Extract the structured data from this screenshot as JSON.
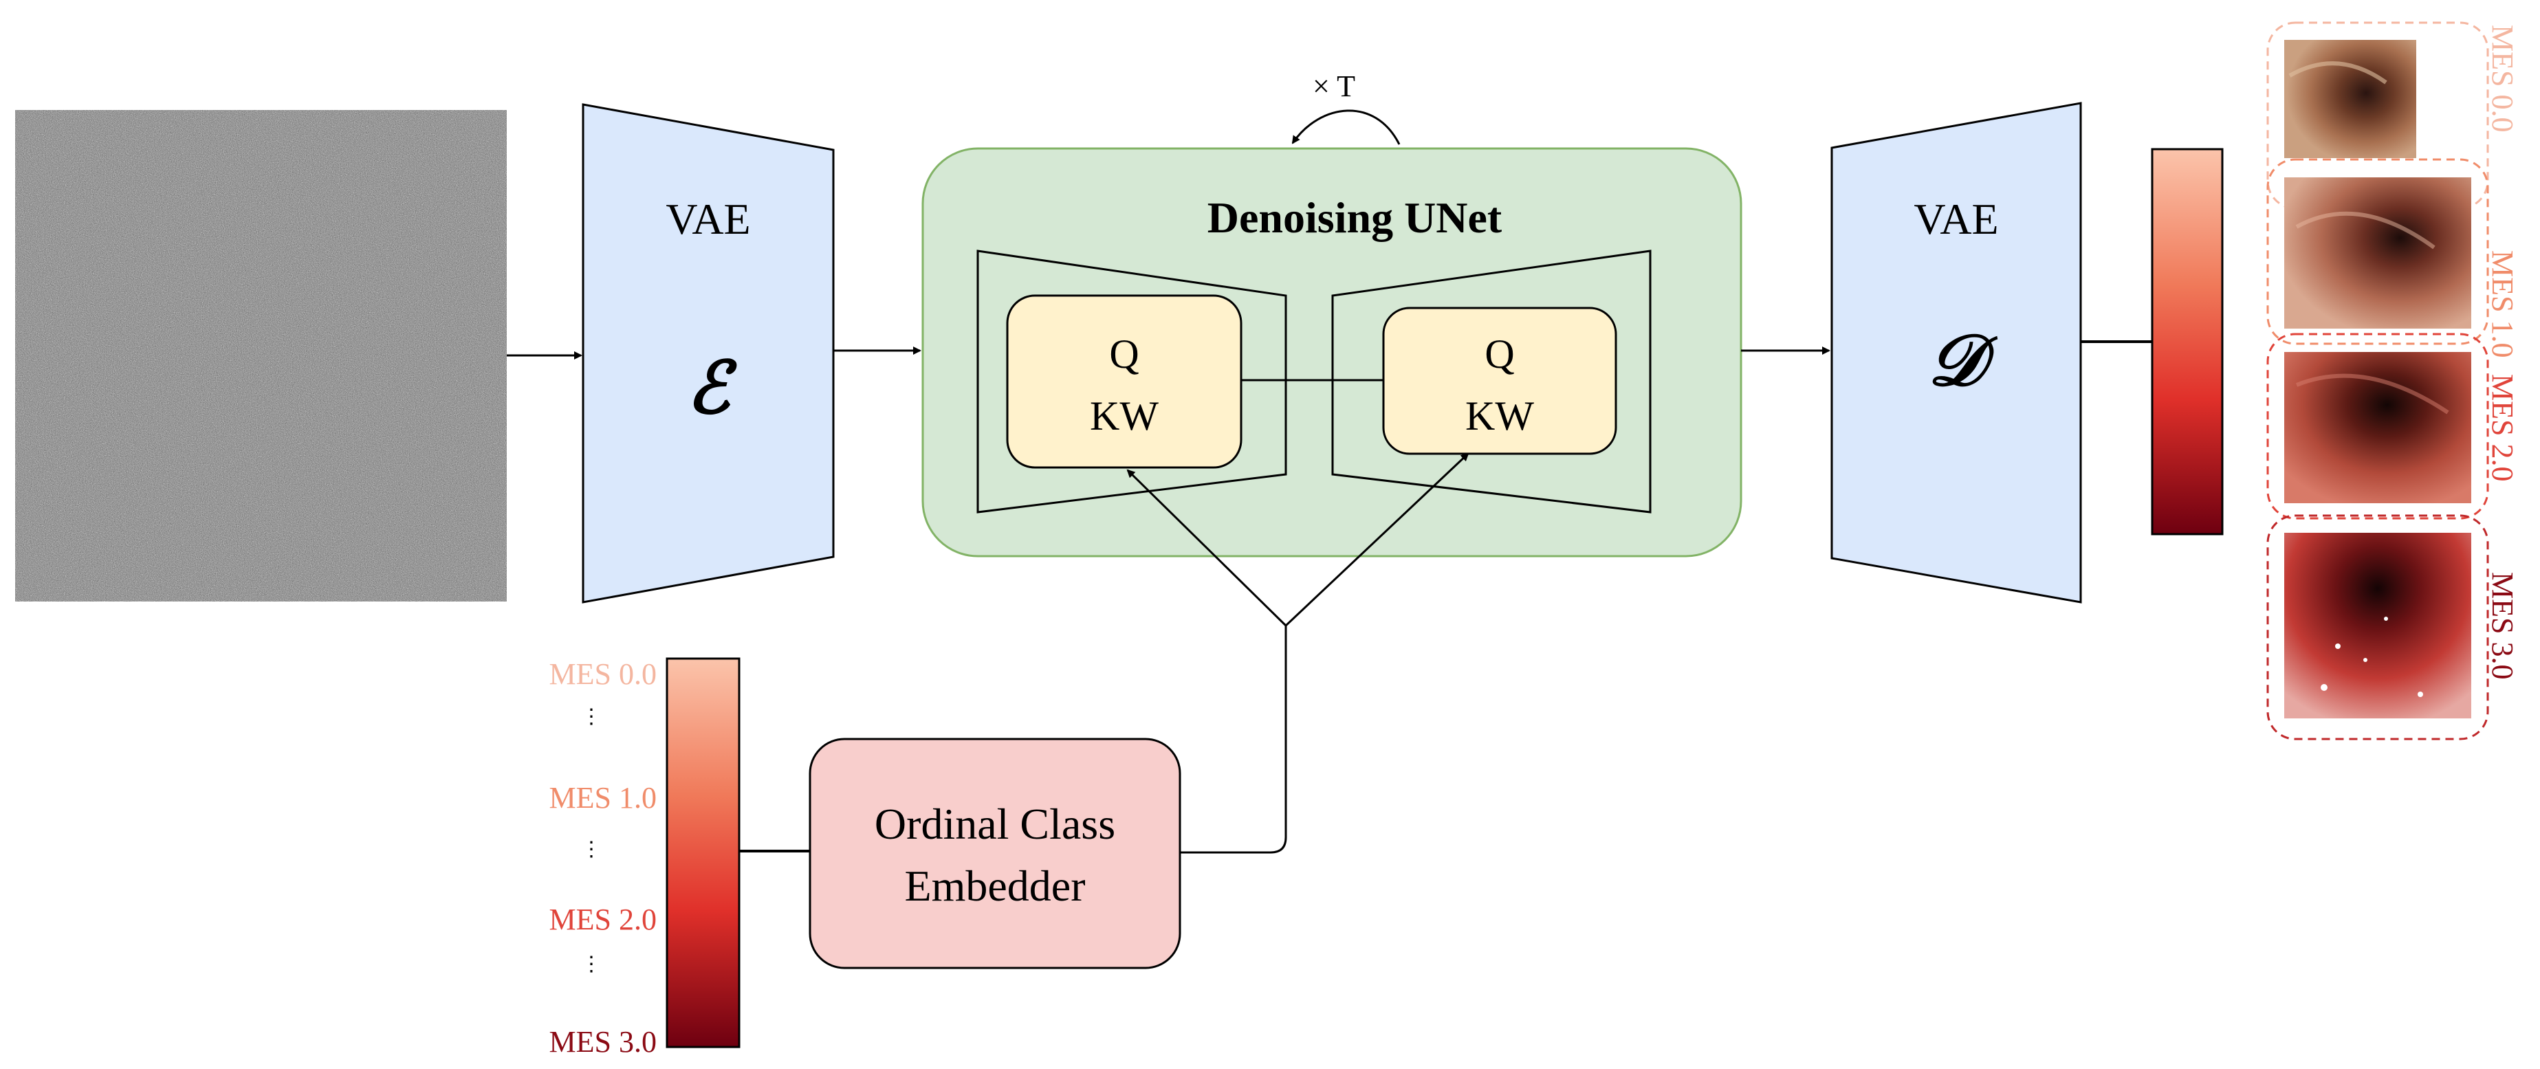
{
  "encoder": {
    "title": "VAE",
    "symbol": "ℰ"
  },
  "decoder": {
    "title": "VAE",
    "symbol": "𝒟"
  },
  "unet": {
    "title": "Denoising UNet",
    "loop_label": "× T",
    "left_block": {
      "line1": "Q",
      "line2": "KW"
    },
    "right_block": {
      "line1": "Q",
      "line2": "KW"
    }
  },
  "embedder": {
    "line1": "Ordinal Class",
    "line2": "Embedder"
  },
  "scale_labels": [
    "MES 0.0",
    "MES 1.0",
    "MES 2.0",
    "MES 3.0"
  ],
  "ellipsis": "⋮",
  "colors": {
    "vae_fill": "#dae8fc",
    "unet_fill": "#d5e8d4",
    "unet_stroke": "#82b366",
    "block_fill": "#fff2cc",
    "embedder_fill": "#f8cecc",
    "mes_0": "#f4b6a0",
    "mes_1": "#f08c6a",
    "mes_2": "#e0443a",
    "mes_3": "#8b0a14"
  }
}
